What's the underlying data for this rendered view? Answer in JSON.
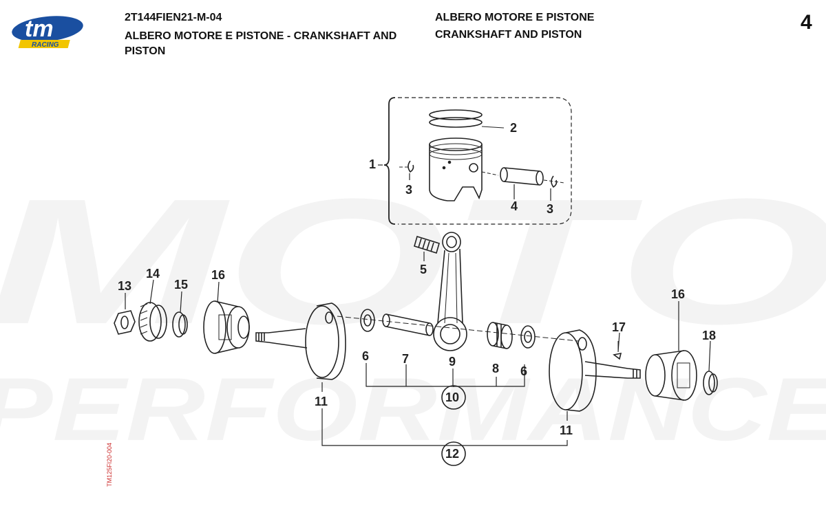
{
  "header": {
    "logo_text": "tm",
    "logo_subtext": "RACING",
    "doc_code": "2T144FIEN21-M-04",
    "title_combined": "ALBERO MOTORE E PISTONE - CRANKSHAFT AND PISTON",
    "title_it": "ALBERO MOTORE E PISTONE",
    "title_en": "CRANKSHAFT AND PISTON",
    "page_number": "4"
  },
  "watermark": {
    "line1": "MOTO",
    "line2": "PERFORMANCE"
  },
  "drawing": {
    "drawing_code": "TM125FI20-004",
    "callouts": {
      "c1": "1",
      "c2": "2",
      "c3a": "3",
      "c3b": "3",
      "c4": "4",
      "c5": "5",
      "c6a": "6",
      "c6b": "6",
      "c7": "7",
      "c8": "8",
      "c9": "9",
      "c10": "10",
      "c11a": "11",
      "c11b": "11",
      "c12": "12",
      "c13": "13",
      "c14": "14",
      "c15": "15",
      "c16a": "16",
      "c16b": "16",
      "c17": "17",
      "c18": "18"
    }
  },
  "colors": {
    "logo_blue": "#1a4fa0",
    "logo_yellow": "#f2c500",
    "drawing_code_red": "#cc2b2b"
  }
}
